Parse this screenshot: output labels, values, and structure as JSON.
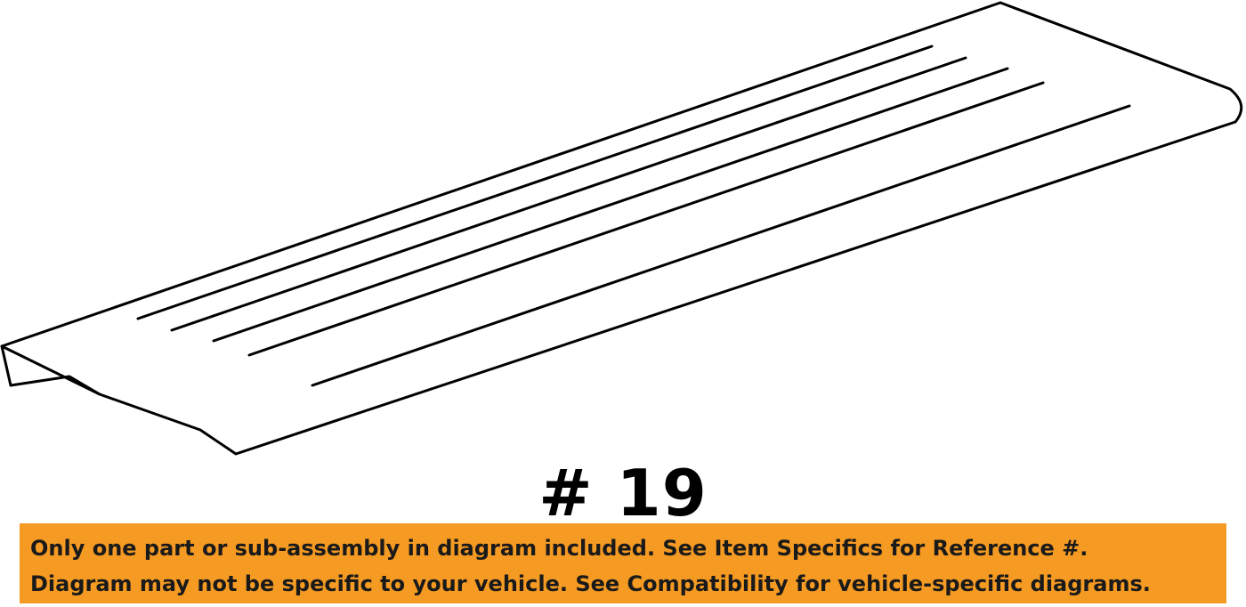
{
  "part_label": "# 19",
  "disclaimer": {
    "line_1": "Only one part or sub-assembly in diagram included. See Item Specifics for Reference #.",
    "line_2": "Diagram may not be specific to your vehicle. See Compatibility for vehicle-specific diagrams."
  },
  "colors": {
    "banner_background": "#f59a22",
    "banner_text": "#1a1a1a",
    "line_art": "#000000"
  }
}
